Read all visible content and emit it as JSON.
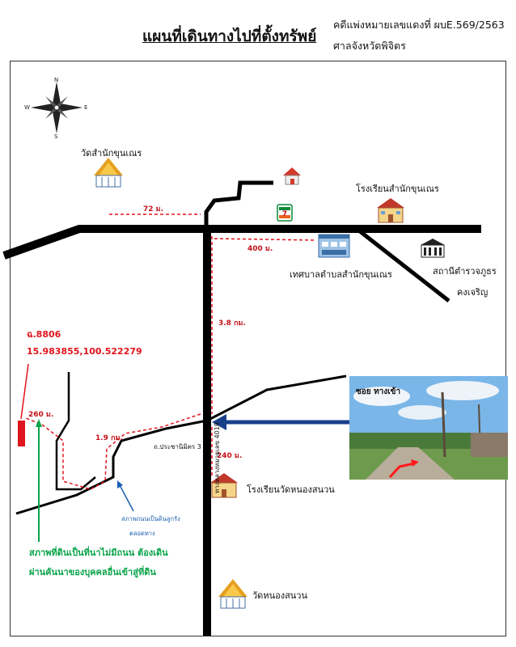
{
  "header": {
    "title": "แผนที่เดินทางไปที่ตั้งทรัพย์",
    "case_number": "คดีแพ่งหมายเลขแดงที่ ผบE.569/2563",
    "court": "ศาลจังหวัดพิจิตร"
  },
  "compass": {
    "n": "N",
    "s": "S",
    "e": "E",
    "w": "W"
  },
  "places": {
    "temple_top": "วัดสำนักขุนเณร",
    "school_top": "โรงเรียนสำนักขุนเณร",
    "municipality": "เทศบาลตำบลสำนักขุนเณร",
    "police_line1": "สถานีตำรวจภูธร",
    "police_line2": "คงเจริญ",
    "school_bottom": "โรงเรียนวัดหนองสนวน",
    "temple_bottom": "วัดหนองสนวน"
  },
  "distances": {
    "d72": "72 ม.",
    "d400": "400 ม.",
    "d38": "3.8 กม.",
    "d260": "260 ม.",
    "d19": "1.9 กม.",
    "d240": "240 ม."
  },
  "roads": {
    "highway": "ทางหลวงหมายเลข 4019",
    "soi": "ถ.ประชานิมิตร 3"
  },
  "property": {
    "deed": "ฉ.8806",
    "coords": "15.983855,100.522279"
  },
  "notes": {
    "land_line1": "สภาพที่ดินเป็นที่นาไม่มีถนน ต้องเดิน",
    "land_line2": "ผ่านคันนาของบุคคลอื่นเข้าสู่ที่ดิน",
    "road_line1": "สภาพถนนเป็นดินลูกรัง",
    "road_line2": "ตลอดทาง"
  },
  "photo": {
    "caption": "ซอย ทางเข้า"
  },
  "colors": {
    "road": "#000000",
    "dashed": "#e0141c",
    "arrow_blue": "#1a3f8a",
    "green": "#0aa44a",
    "marker": "#e0141c"
  }
}
